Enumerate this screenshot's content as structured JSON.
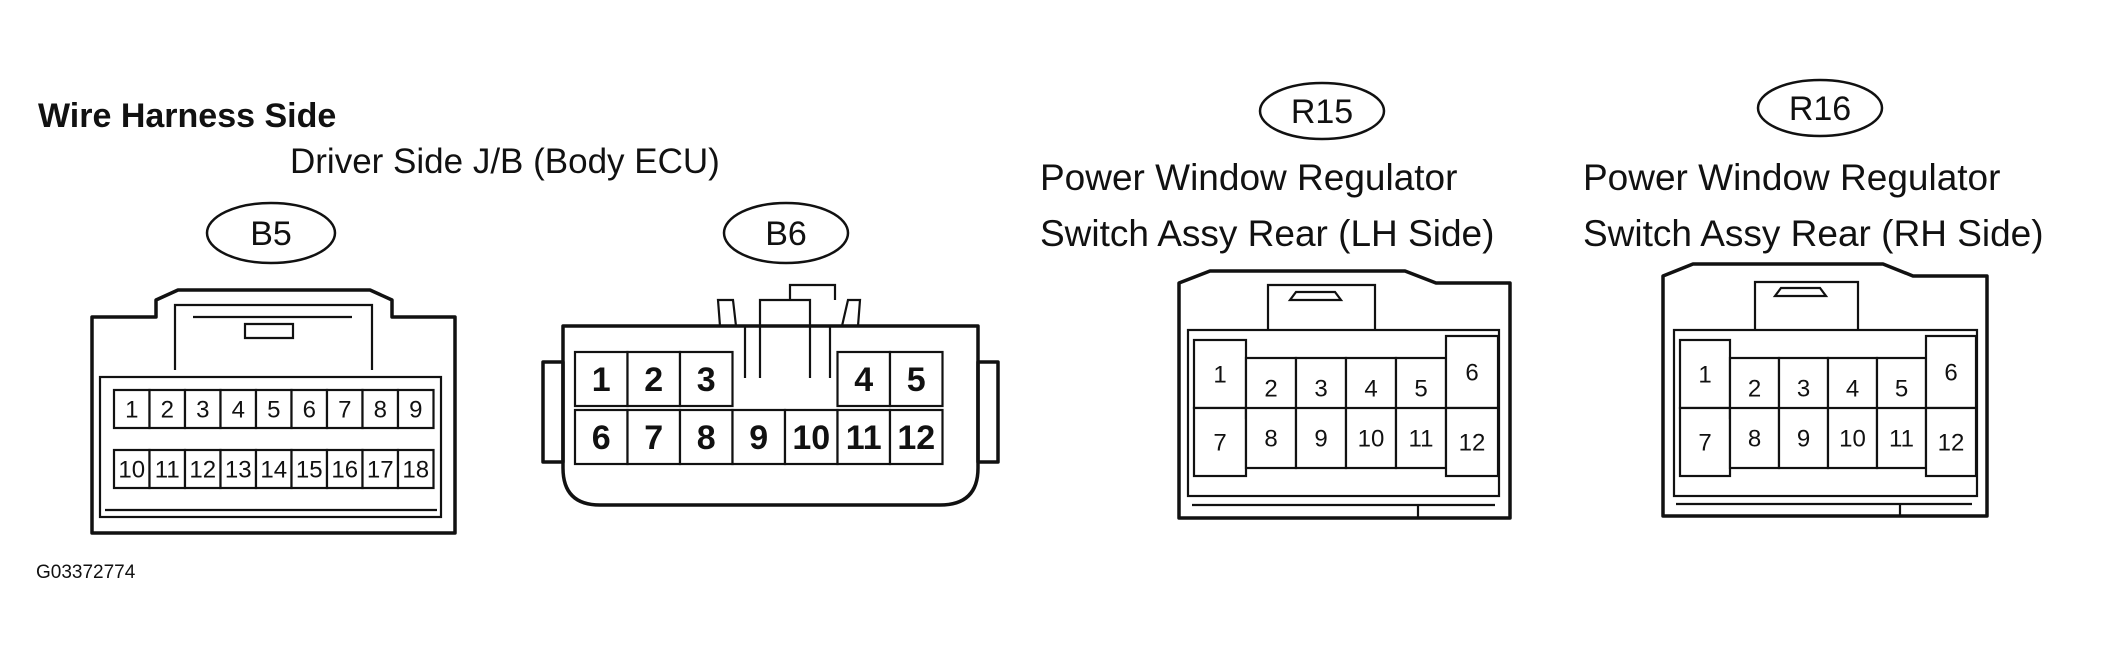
{
  "title": "Wire Harness Side",
  "group_label": "Driver Side J/B (Body ECU)",
  "figure_id": "G03372774",
  "connectors": {
    "b5": {
      "code": "B5",
      "top_row": [
        "1",
        "2",
        "3",
        "4",
        "5",
        "6",
        "7",
        "8",
        "9"
      ],
      "bottom_row": [
        "10",
        "11",
        "12",
        "13",
        "14",
        "15",
        "16",
        "17",
        "18"
      ]
    },
    "b6": {
      "code": "B6",
      "top_left": [
        "1",
        "2",
        "3"
      ],
      "top_right": [
        "4",
        "5"
      ],
      "bottom_row": [
        "6",
        "7",
        "8",
        "9",
        "10",
        "11",
        "12"
      ]
    },
    "r15": {
      "code": "R15",
      "label_line1": "Power Window Regulator",
      "label_line2": "Switch Assy Rear (LH Side)",
      "left_col": [
        "1",
        "7"
      ],
      "middle_top": [
        "2",
        "3",
        "4",
        "5"
      ],
      "middle_bottom": [
        "8",
        "9",
        "10",
        "11"
      ],
      "right_col": [
        "6",
        "12"
      ]
    },
    "r16": {
      "code": "R16",
      "label_line1": "Power Window Regulator",
      "label_line2": "Switch Assy Rear (RH Side)",
      "left_col": [
        "1",
        "7"
      ],
      "middle_top": [
        "2",
        "3",
        "4",
        "5"
      ],
      "middle_bottom": [
        "8",
        "9",
        "10",
        "11"
      ],
      "right_col": [
        "6",
        "12"
      ]
    }
  }
}
